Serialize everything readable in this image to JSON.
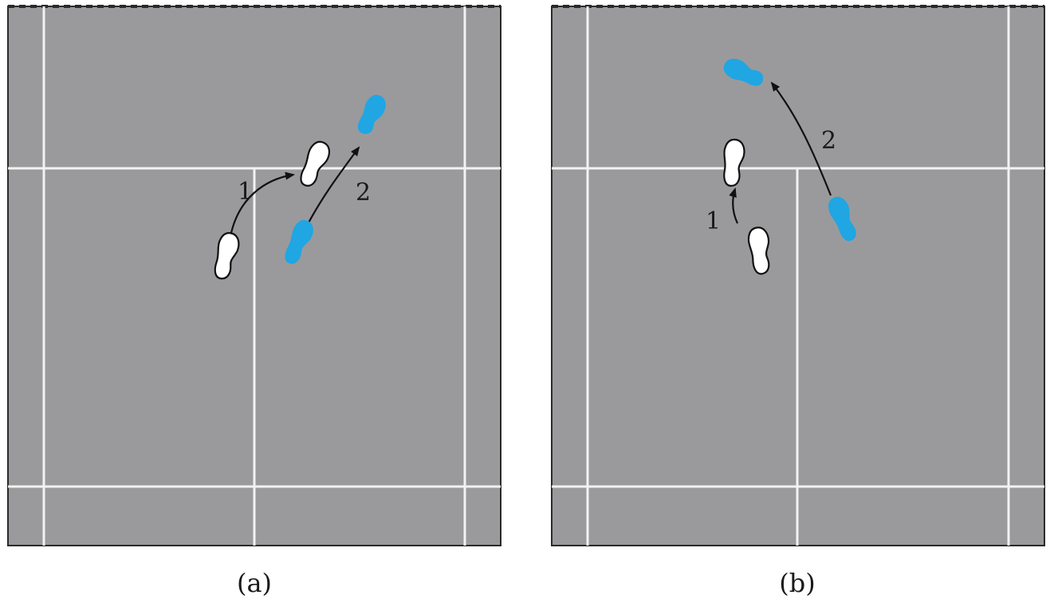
{
  "panels": [
    {
      "caption": "(a)",
      "labels": {
        "step1": "1",
        "step2": "2"
      }
    },
    {
      "caption": "(b)",
      "labels": {
        "step1": "1",
        "step2": "2"
      }
    }
  ],
  "colors": {
    "court": "#9a9a9c",
    "court_lines": "#f2f2f2",
    "footprint_white": "#ffffff",
    "footprint_blue": "#1fa6e3"
  },
  "icons": {
    "white_foot": "white-footprint-icon",
    "blue_foot": "blue-footprint-icon"
  }
}
